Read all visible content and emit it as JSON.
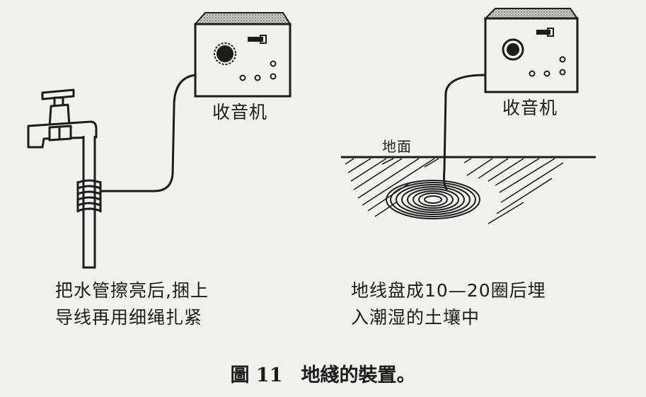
{
  "left": {
    "radio_label": "收音机",
    "note_lines": [
      "把水管擦亮后,捆上",
      "导线再用细绳扎紧"
    ]
  },
  "right": {
    "radio_label": "收音机",
    "ground_label": "地面",
    "note_lines": [
      "地线盘成10—20圈后埋",
      "入潮湿的土壤中"
    ]
  },
  "caption": {
    "figure": "圖 11",
    "title": "地綫的裝置。"
  },
  "colors": {
    "ink": "#1c1c1c",
    "paper": "#f2f1ec"
  }
}
